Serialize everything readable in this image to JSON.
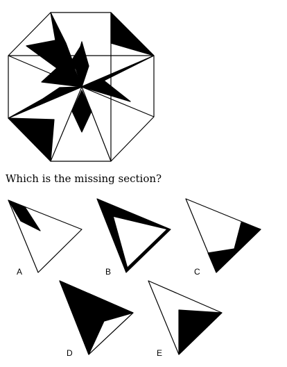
{
  "question": "Which is the missing section?",
  "options": [
    {
      "letter": "A"
    },
    {
      "letter": "B"
    },
    {
      "letter": "C"
    },
    {
      "letter": "D"
    },
    {
      "letter": "E"
    }
  ],
  "colors": {
    "ink": "#000000",
    "paper": "#ffffff"
  }
}
